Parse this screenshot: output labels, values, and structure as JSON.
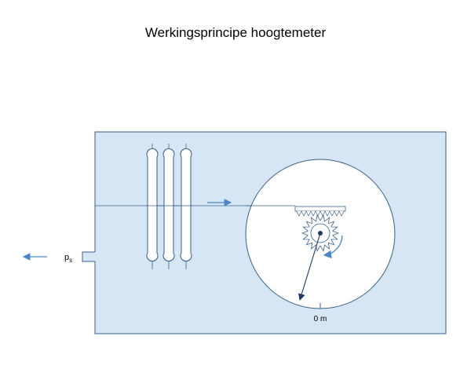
{
  "title": "Werkingsprincipe hoogtemeter",
  "labels": {
    "static_pressure": "p",
    "static_pressure_subscript": "s",
    "dial_zero": "0 m"
  },
  "colors": {
    "housing_fill": "#d6e6f5",
    "outline": "#3b5f86",
    "arrow_blue": "#4a86c8",
    "dial_fill": "#ffffff",
    "capsule_fill": "#ffffff",
    "pointer": "#1f3a5a"
  },
  "icons": {
    "flow_arrow": "arrow-right-icon",
    "outflow_arrow": "arrow-left-icon",
    "rotation_arrow": "curved-arrow-icon"
  }
}
